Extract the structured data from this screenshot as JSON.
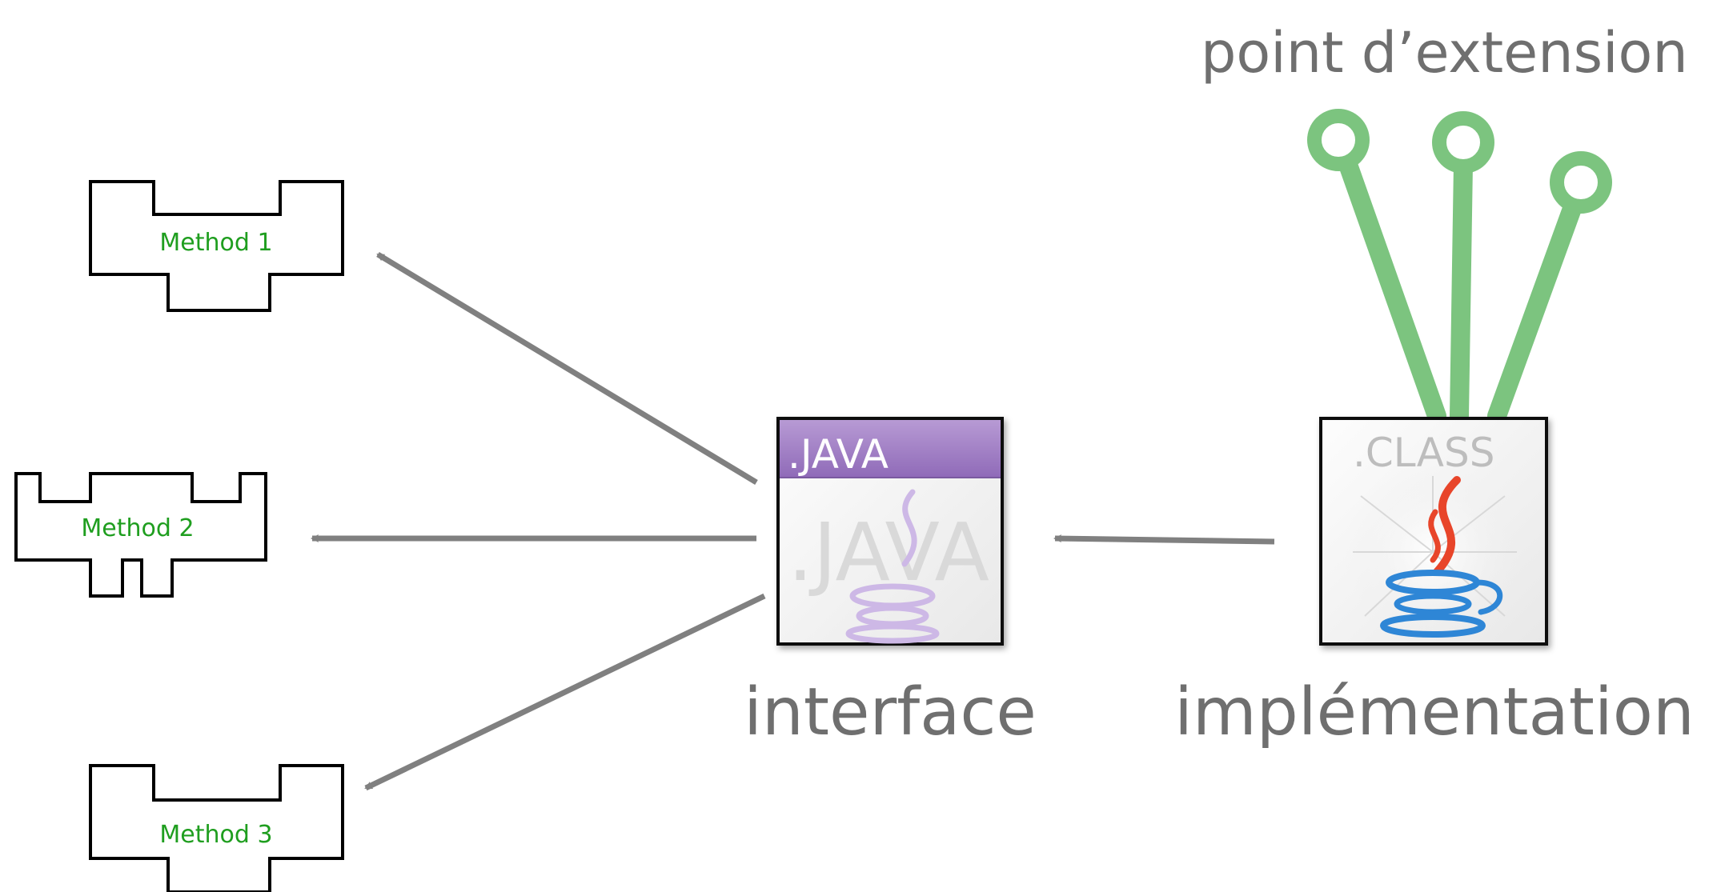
{
  "labels": {
    "extension_point": "point d’extension",
    "interface": "interface",
    "implementation": "implémentation"
  },
  "methods": [
    {
      "label": "Method 1"
    },
    {
      "label": "Method 2"
    },
    {
      "label": "Method 3"
    }
  ],
  "files": {
    "java": {
      "tag": ".JAVA",
      "watermark": ".JAVA"
    },
    "class": {
      "tag": ".CLASS"
    }
  },
  "colors": {
    "label_gray": "#6f6f6f",
    "method_text_green": "#1f9e1f",
    "plug_green": "#7cc47f",
    "arrow_gray": "#808080",
    "java_header_purple": "#9f7fc0",
    "java_cup_red": "#e8452c",
    "java_cup_blue": "#2f86d6"
  }
}
